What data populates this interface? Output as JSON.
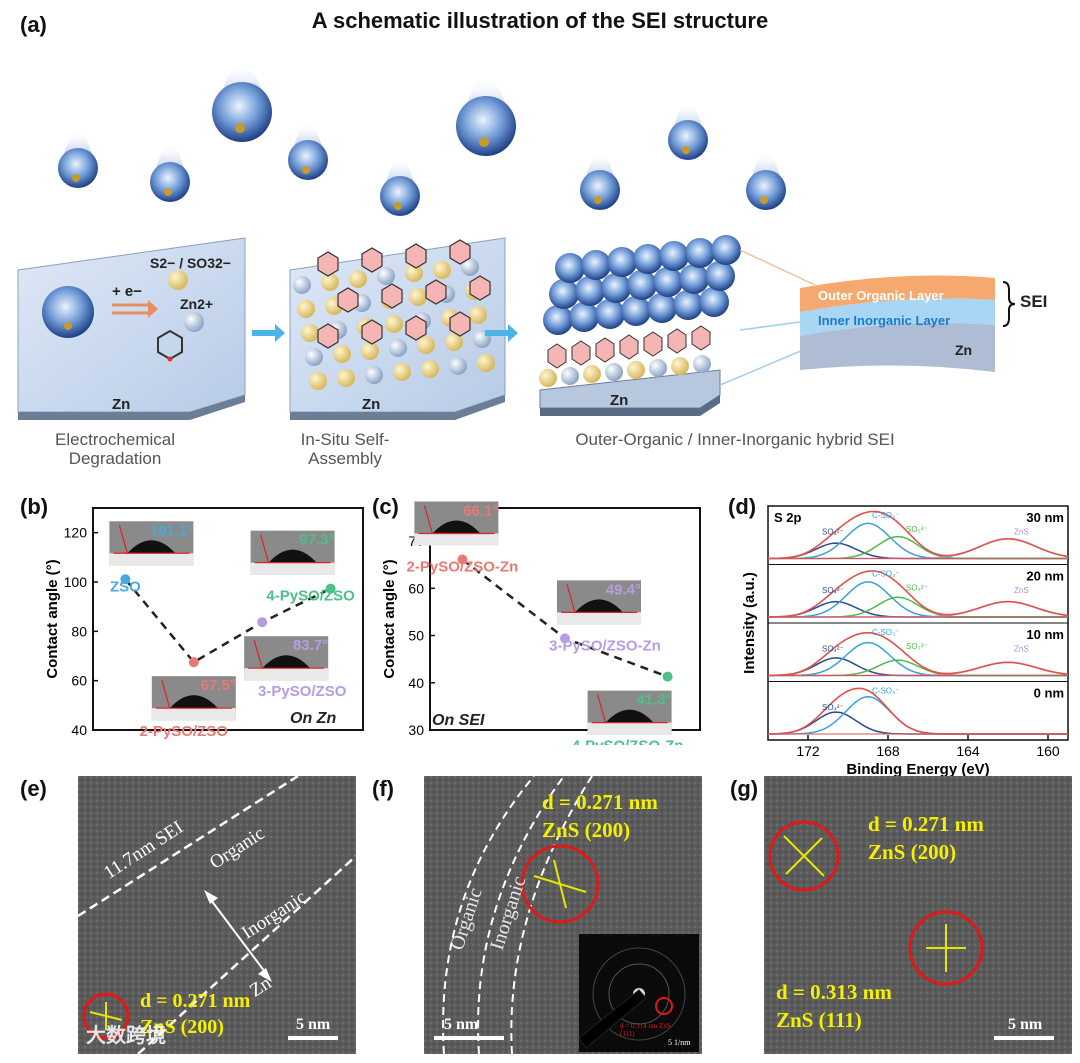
{
  "panel_a": {
    "label": "(a)",
    "title": "A schematic illustration of the SEI structure",
    "step1_zn": "Zn",
    "step2_zn": "Zn",
    "step3_zn": "Zn",
    "ions_label": "S2− / SO32−",
    "electron_label": "+ e−",
    "zn_ion_label": "Zn2+",
    "caption1": "Electrochemical Degradation",
    "caption2": "In-Situ Self-Assembly",
    "caption3": "Outer-Organic / Inner-Inorganic hybrid SEI",
    "layer_outer": "Outer Organic Layer",
    "layer_inner": "Inner Inorganic Layer",
    "layer_zn": "Zn",
    "sei_label": "SEI",
    "colors": {
      "bg_sheet": "#c9daf0",
      "pyridine": "#f2b0b0",
      "s_ion": "#f0dc9a",
      "zn_ion": "#b9c9e0",
      "outer_layer": "#f5b27a",
      "inner_layer": "#9fcff0"
    }
  },
  "panel_b": {
    "label": "(b)",
    "ylabel": "Contact angle (°)",
    "on_label": "On Zn",
    "chart_data": {
      "type": "scatter",
      "ylim": [
        40,
        130
      ],
      "yticks": [
        40,
        60,
        80,
        100,
        120
      ],
      "points": [
        {
          "name": "ZSO",
          "value": 101.1,
          "label": "101.1°",
          "color": "#4aa8dc"
        },
        {
          "name": "2-PySO/ZSO",
          "value": 67.5,
          "label": "67.5°",
          "color": "#e87a74"
        },
        {
          "name": "3-PySO/ZSO",
          "value": 83.7,
          "label": "83.7°",
          "color": "#b49ee0"
        },
        {
          "name": "4-PySO/ZSO",
          "value": 97.3,
          "label": "97.3°",
          "color": "#4cc08a"
        }
      ]
    }
  },
  "panel_c": {
    "label": "(c)",
    "ylabel": "Contact angle (°)",
    "on_label": "On SEI",
    "chart_data": {
      "type": "scatter",
      "ylim": [
        30,
        77
      ],
      "yticks": [
        30,
        40,
        50,
        60,
        70
      ],
      "points": [
        {
          "name": "2-PySO/ZSO-Zn",
          "value": 66.1,
          "label": "66.1°",
          "color": "#e87a74"
        },
        {
          "name": "3-PySO/ZSO-Zn",
          "value": 49.4,
          "label": "49.4°",
          "color": "#b49ee0"
        },
        {
          "name": "4-PySO/ZSO-Zn",
          "value": 41.3,
          "label": "41.3°",
          "color": "#4cc08a"
        }
      ]
    }
  },
  "panel_d": {
    "label": "(d)",
    "element": "S 2p",
    "ylabel": "Intensity (a.u.)",
    "xlabel": "Binding Energy (eV)",
    "chart_data": {
      "type": "line",
      "xlim": [
        174,
        159
      ],
      "xticks": [
        172,
        168,
        164,
        160
      ],
      "depths": [
        "30 nm",
        "20 nm",
        "10 nm",
        "0 nm"
      ],
      "peaks": {
        "SO4": 170.6,
        "C-SO3": 169.0,
        "SO3": 167.5,
        "ZnS": 162.0
      },
      "peak_labels": {
        "SO4": "SO₄²⁻",
        "C-SO3": "C-SO₃⁻",
        "SO3": "SO₃²⁻",
        "ZnS": "ZnS"
      }
    }
  },
  "panel_e": {
    "label": "(e)",
    "thickness": "11.7nm  SEI",
    "organic": "Organic",
    "inorganic": "Inorganic",
    "zn": "Zn",
    "d_spacing": "d = 0.271 nm",
    "plane": "ZnS (200)",
    "scale": "5 nm"
  },
  "panel_f": {
    "label": "(f)",
    "d_spacing": "d = 0.271 nm",
    "plane": "ZnS (200)",
    "organic": "Organic",
    "inorganic": "Inorganic",
    "scale": "5 nm",
    "saed_scale": "5 1/nm",
    "saed_label": "d = 0.314 nm ZnS (111)"
  },
  "panel_g": {
    "label": "(g)",
    "d1": "d = 0.271 nm",
    "plane1": "ZnS (200)",
    "d2": "d = 0.313 nm",
    "plane2": "ZnS (111)",
    "scale": "5 nm"
  },
  "watermark": "大数跨境"
}
